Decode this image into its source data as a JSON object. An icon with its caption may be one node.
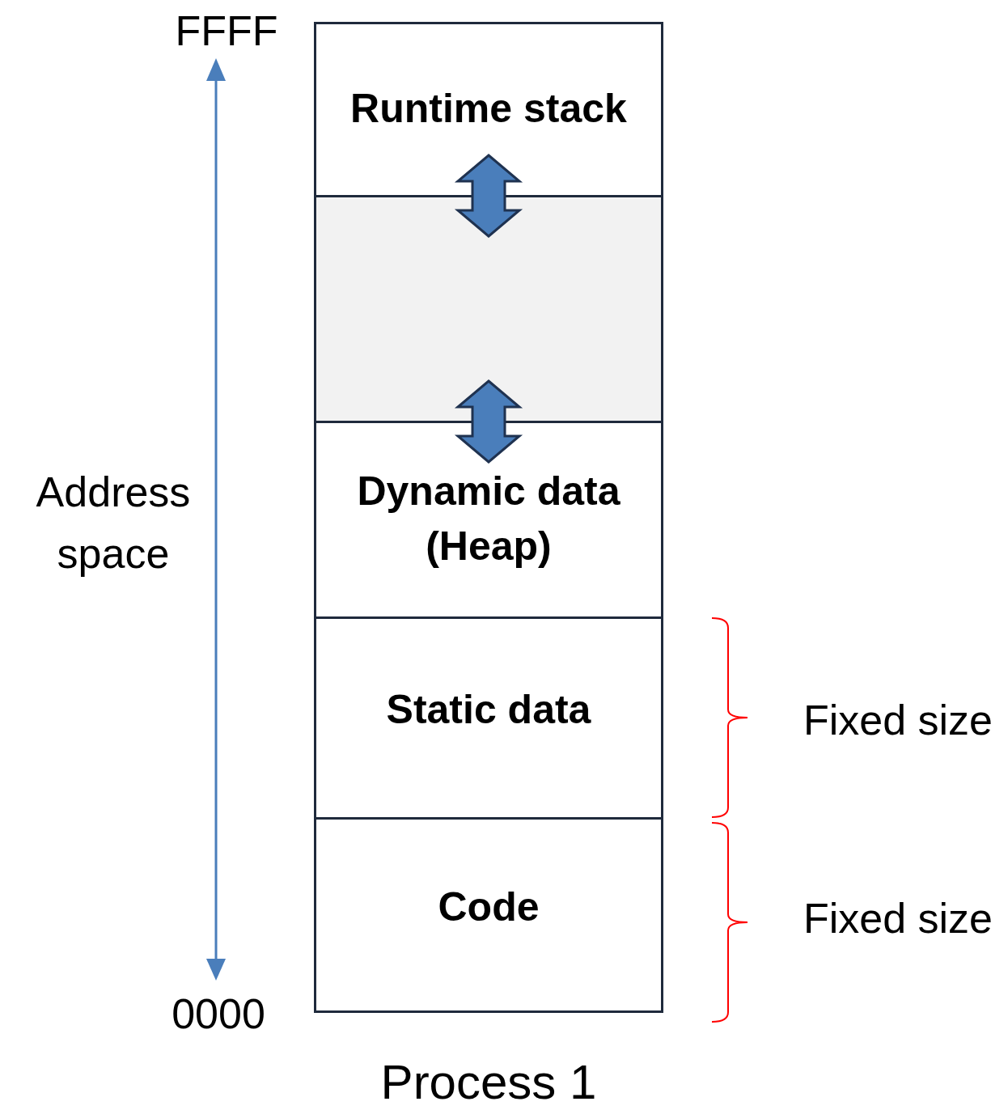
{
  "diagram": {
    "caption": "Process 1",
    "nodes": [
      {
        "text": [
          "Runtime stack"
        ]
      },
      {
        "text": [],
        "shape": "box"
      },
      {
        "text": [
          "Dynamic data (Heap)"
        ]
      },
      {
        "text": [
          "Static data"
        ]
      },
      {
        "text": [
          "Code"
        ]
      }
    ],
    "edges": [
      {
        "from": 0,
        "to": 1,
        "arrow": "both"
      },
      {
        "from": 1,
        "to": 2,
        "arrow": "both"
      }
    ],
    "labels": [
      "FFFF",
      "Address space",
      "Fixed size",
      "Fixed size",
      "0000"
    ]
  }
}
